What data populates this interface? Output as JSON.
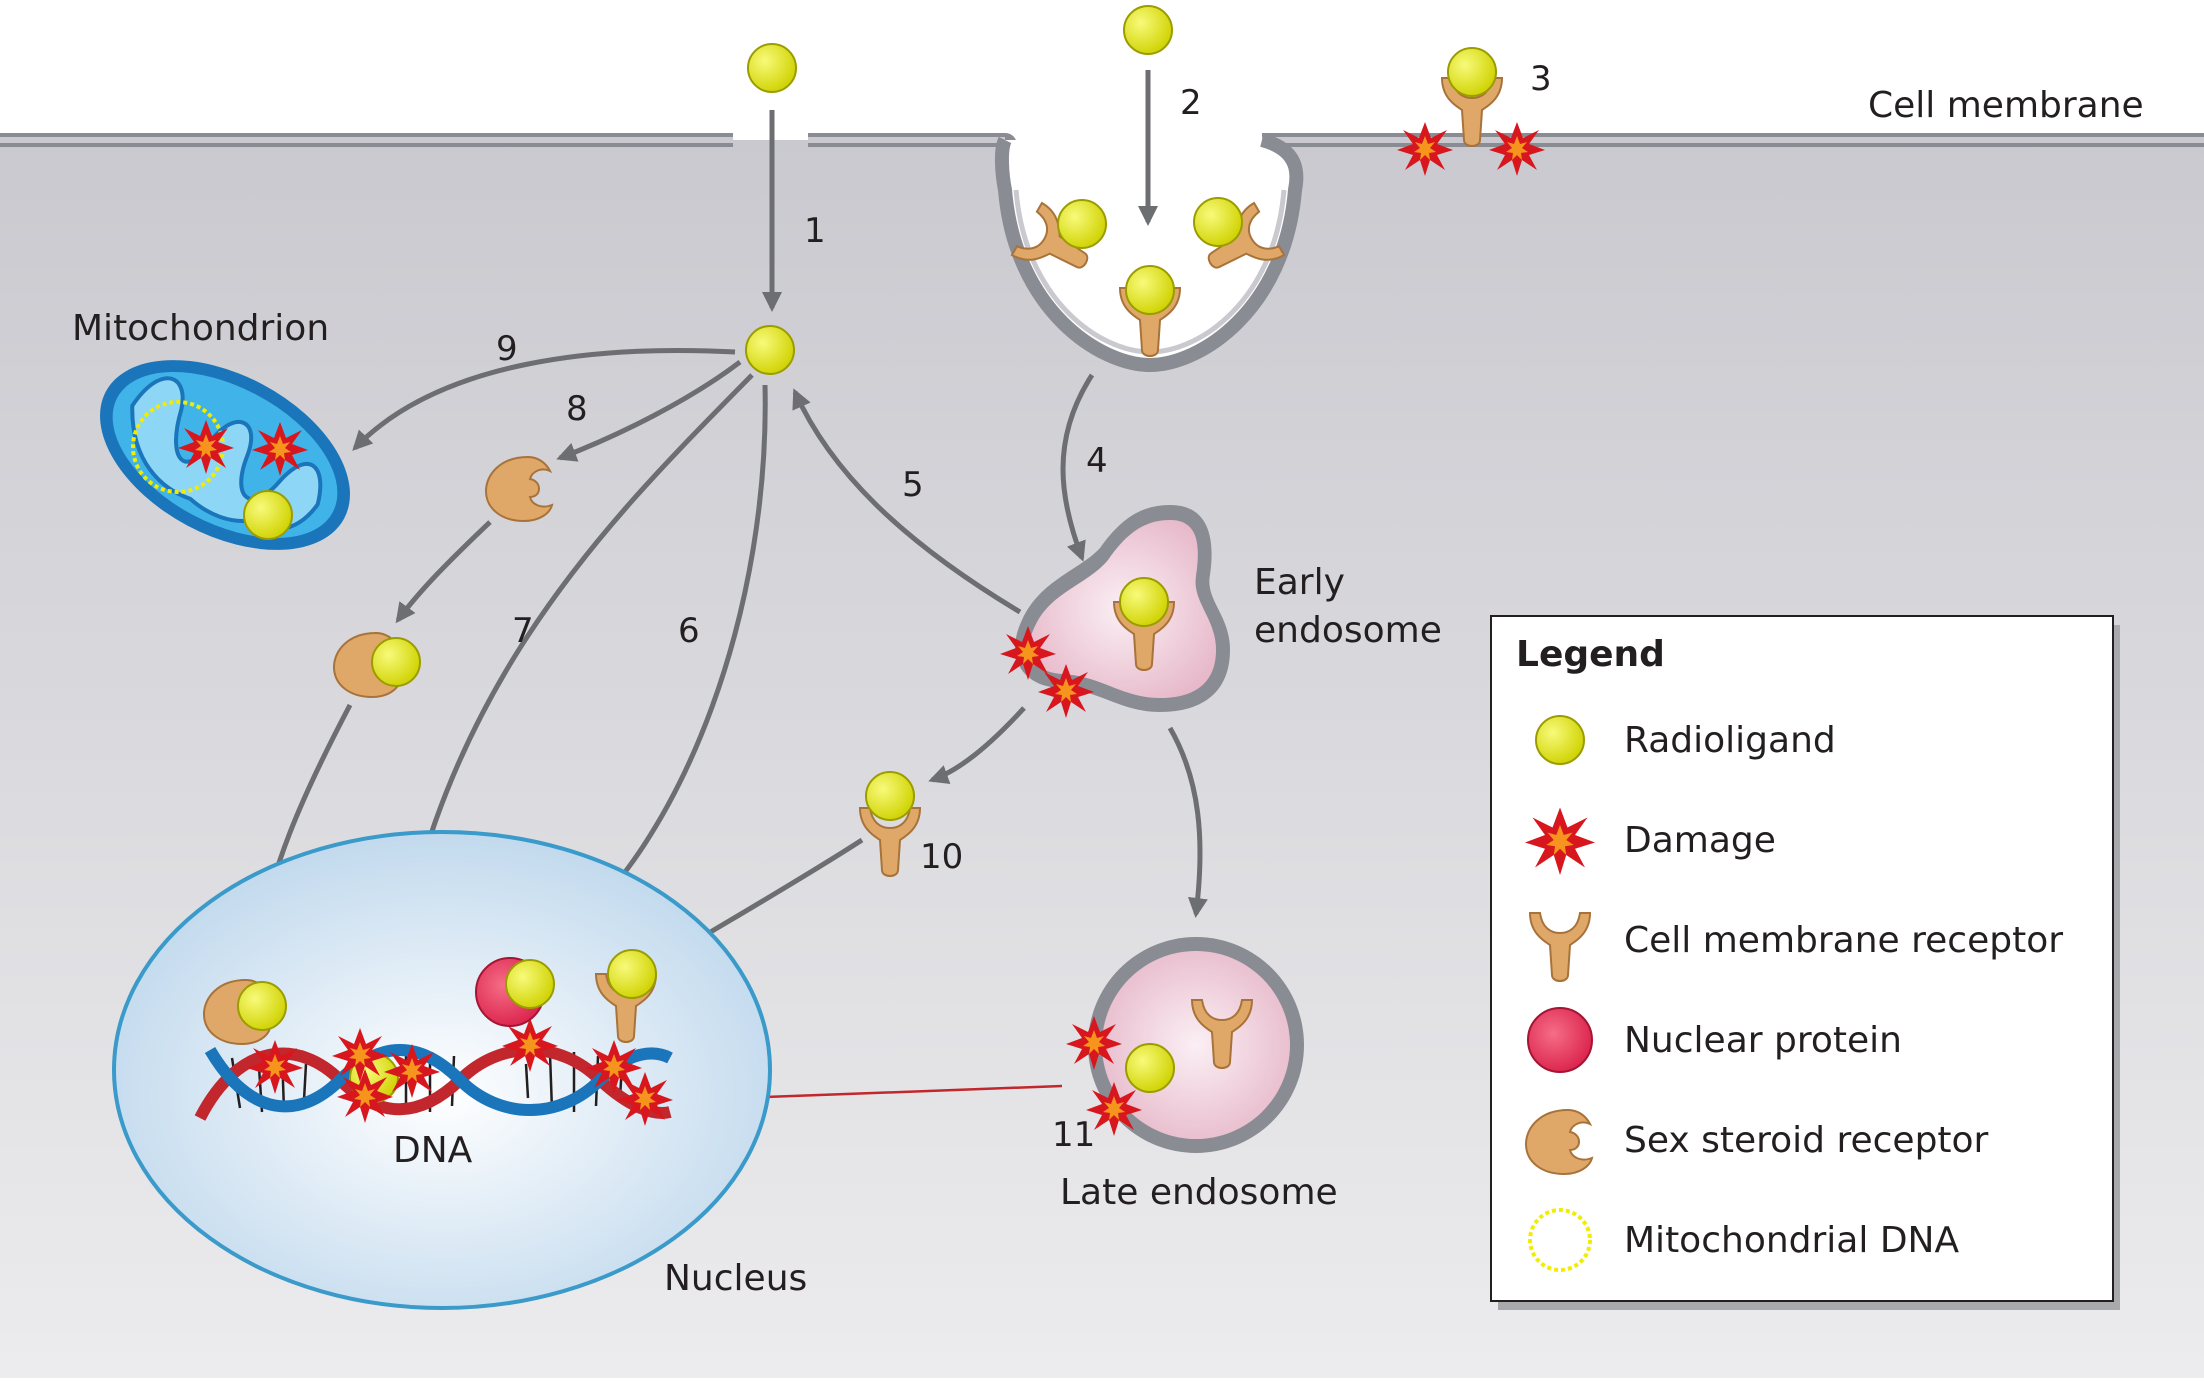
{
  "labels": {
    "cell_membrane": "Cell membrane",
    "mitochondrion": "Mitochondrion",
    "early_endosome_line1": "Early",
    "early_endosome_line2": "endosome",
    "late_endosome": "Late endosome",
    "dna": "DNA",
    "nucleus": "Nucleus"
  },
  "pathway_numbers": [
    "1",
    "2",
    "3",
    "4",
    "5",
    "6",
    "7",
    "8",
    "9",
    "10",
    "11"
  ],
  "legend": {
    "title": "Legend",
    "items": [
      {
        "label": "Radioligand",
        "icon": "radioligand-icon"
      },
      {
        "label": "Damage",
        "icon": "damage-icon"
      },
      {
        "label": "Cell membrane receptor",
        "icon": "membrane-receptor-icon"
      },
      {
        "label": "Nuclear protein",
        "icon": "nuclear-protein-icon"
      },
      {
        "label": "Sex steroid receptor",
        "icon": "sex-steroid-receptor-icon"
      },
      {
        "label": "Mitochondrial DNA",
        "icon": "mitochondrial-dna-icon"
      }
    ]
  },
  "colors": {
    "cytoplasm": "#cfcfd4",
    "membrane": "#8a8c93",
    "radioligand": "#e3e600",
    "receptor": "#e0a868",
    "nuclear_protein": "#e8365a",
    "damage": "#d7161e",
    "nucleus": "#cfe3f2",
    "mitochondrion": "#2e9fdc",
    "endosome": "#f0d0dc",
    "arrow": "#6d6e71",
    "red_arrow": "#c1272d"
  }
}
